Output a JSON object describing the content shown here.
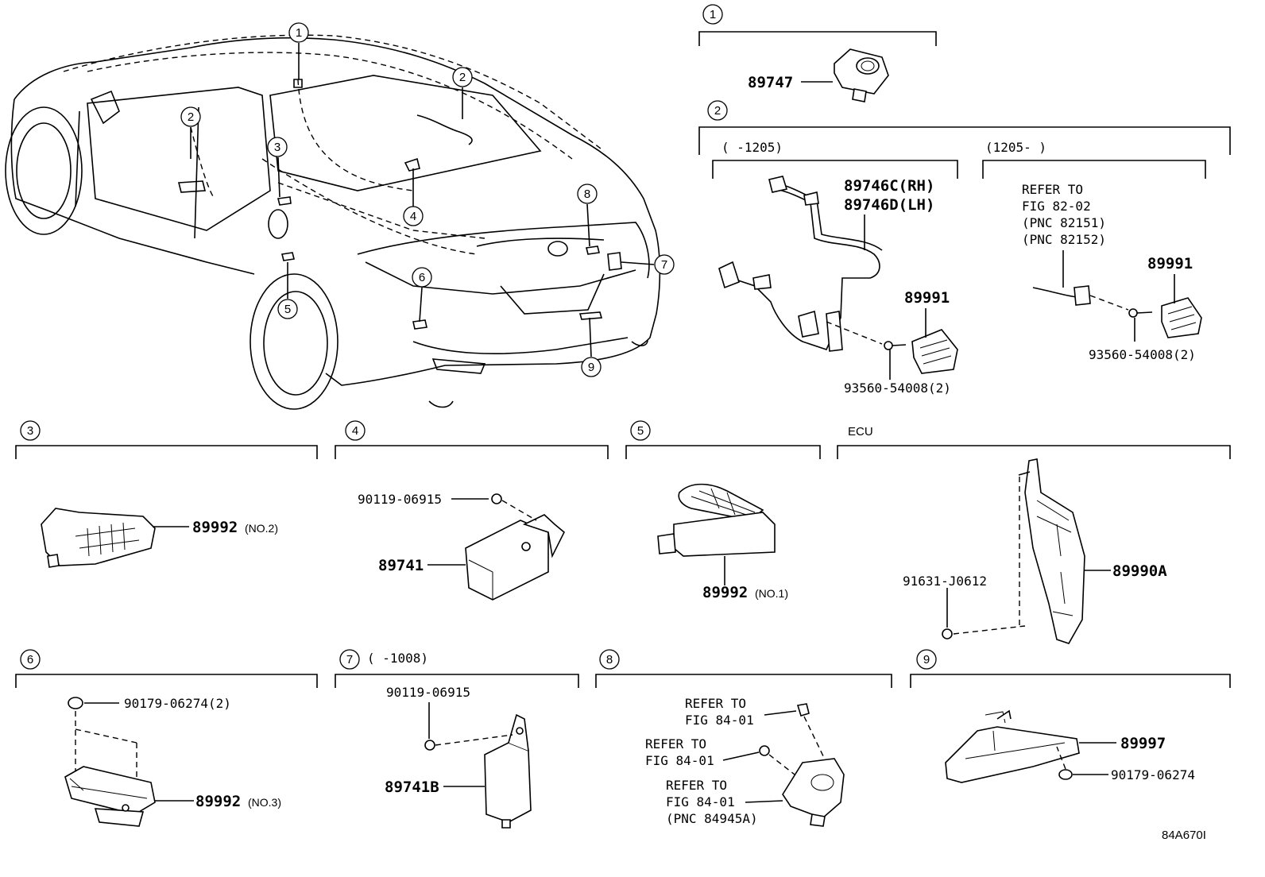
{
  "diagram": {
    "code": "84A670I",
    "callouts": [
      "1",
      "2",
      "3",
      "4",
      "5",
      "6",
      "7",
      "8",
      "9"
    ],
    "sections": {
      "s1": {
        "num": "1",
        "part": "89747"
      },
      "s2": {
        "num": "2",
        "left_range": "(      -1205)",
        "right_range": "(1205-      )",
        "harness_rh": "89746C(RH)",
        "harness_lh": "89746D(LH)",
        "left_module": "89991",
        "left_screw": "93560-54008(2)",
        "refer": [
          "REFER TO",
          "FIG 82-02",
          "(PNC 82151)",
          "(PNC 82152)"
        ],
        "right_module": "89991",
        "right_screw": "93560-54008(2)"
      },
      "s3": {
        "num": "3",
        "part": "89992",
        "suffix": "(NO.2)"
      },
      "s4": {
        "num": "4",
        "bolt": "90119-06915",
        "part": "89741"
      },
      "s5": {
        "num": "5",
        "part": "89992",
        "suffix": "(NO.1)"
      },
      "ecu": {
        "label": "ECU",
        "bolt": "91631-J0612",
        "part": "89990A"
      },
      "s6": {
        "num": "6",
        "nut": "90179-06274(2)",
        "part": "89992",
        "suffix": "(NO.3)"
      },
      "s7": {
        "num": "7",
        "range": "(      -1008)",
        "bolt": "90119-06915",
        "part": "89741B"
      },
      "s8": {
        "num": "8",
        "refer_a": [
          "REFER TO",
          "FIG 84-01"
        ],
        "refer_b": [
          "REFER TO",
          "FIG 84-01"
        ],
        "refer_c": [
          "REFER TO",
          "FIG 84-01",
          "(PNC 84945A)"
        ]
      },
      "s9": {
        "num": "9",
        "part": "89997",
        "nut": "90179-06274"
      }
    }
  }
}
